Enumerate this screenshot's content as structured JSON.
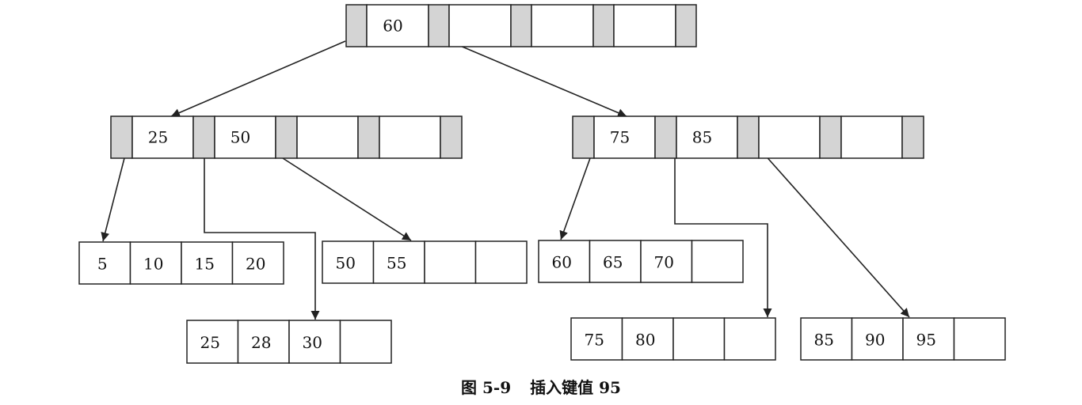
{
  "caption": {
    "number": "图 5-9",
    "text": "插入键值 95"
  },
  "colors": {
    "stroke": "#222222",
    "pointer_fill": "#d4d4d4",
    "key_fill": "#ffffff"
  },
  "internal_nodes": [
    {
      "id": "root",
      "keys": [
        "60",
        "",
        "",
        ""
      ]
    },
    {
      "id": "internal-left",
      "keys": [
        "25",
        "50",
        "",
        ""
      ]
    },
    {
      "id": "internal-right",
      "keys": [
        "75",
        "85",
        "",
        ""
      ]
    }
  ],
  "leaf_nodes": [
    {
      "id": "leaf-1",
      "keys": [
        "5",
        "10",
        "15",
        "20"
      ]
    },
    {
      "id": "leaf-2",
      "keys": [
        "25",
        "28",
        "30",
        ""
      ]
    },
    {
      "id": "leaf-3",
      "keys": [
        "50",
        "55",
        "",
        ""
      ]
    },
    {
      "id": "leaf-4",
      "keys": [
        "60",
        "65",
        "70",
        ""
      ]
    },
    {
      "id": "leaf-5",
      "keys": [
        "75",
        "80",
        "",
        ""
      ]
    },
    {
      "id": "leaf-6",
      "keys": [
        "85",
        "90",
        "95",
        ""
      ]
    }
  ]
}
